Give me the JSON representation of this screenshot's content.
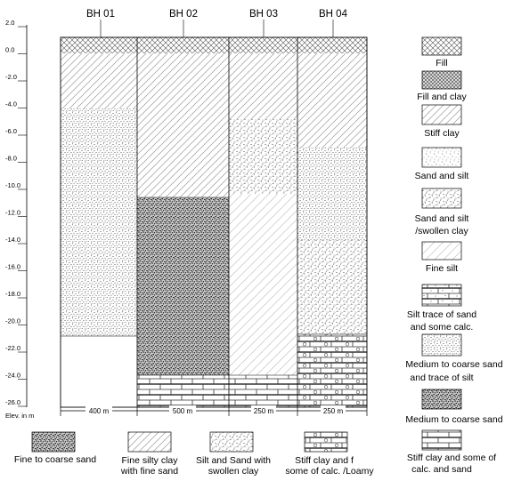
{
  "boreholes": [
    "BH 01",
    "BH 02",
    "BH 03",
    "BH 04"
  ],
  "elevation_ticks": [
    "2.0",
    "0.0",
    "-2.0",
    "-4.0",
    "-6.0",
    "-8.0",
    "-10.0",
    "-12.0",
    "-14.0",
    "-16.0",
    "-18.0",
    "-20.0",
    "-22.0",
    "-24.0",
    "-26.0"
  ],
  "elevation_unit_label": "Elev. in m",
  "distances": [
    "400 m",
    "500 m",
    "250 m",
    "250 m"
  ],
  "legend_right": [
    {
      "pattern": "crosshatch-fine",
      "lines": [
        "Fill"
      ]
    },
    {
      "pattern": "crosshatch-dense",
      "lines": [
        "Fill and clay"
      ]
    },
    {
      "pattern": "diag-hatch",
      "lines": [
        "Stiff clay"
      ]
    },
    {
      "pattern": "dots-sparse",
      "lines": [
        "Sand and  silt"
      ]
    },
    {
      "pattern": "hatch-dots",
      "lines": [
        "Sand and silt",
        "/swollen clay"
      ]
    },
    {
      "pattern": "diag-hatch-light",
      "lines": [
        "Fine silt"
      ]
    },
    {
      "pattern": "brick-dots",
      "lines": [
        "Silt  trace of sand",
        "and some calc."
      ]
    },
    {
      "pattern": "dots-medium",
      "lines": [
        "Medium to coarse sand",
        "and trace of silt"
      ]
    },
    {
      "pattern": "dots-dense",
      "lines": [
        "Medium to coarse sand"
      ]
    },
    {
      "pattern": "brick",
      "lines": [
        "Stiff clay and some of",
        "calc. and sand"
      ]
    }
  ],
  "legend_bottom": [
    {
      "pattern": "dots-dense",
      "lines": [
        "Fine to coarse sand"
      ]
    },
    {
      "pattern": "diag-hatch",
      "lines": [
        "Fine  silty clay",
        "with fine sand"
      ]
    },
    {
      "pattern": "hatch-dots",
      "lines": [
        "Silt and Sand with",
        "swollen clay"
      ]
    },
    {
      "pattern": "brick-circles",
      "lines": [
        "Stiff clay and f",
        "some of calc. /Loamy"
      ]
    }
  ],
  "colors": {
    "line": "#000000",
    "hatch": "#9a9a9a",
    "background": "#ffffff"
  }
}
